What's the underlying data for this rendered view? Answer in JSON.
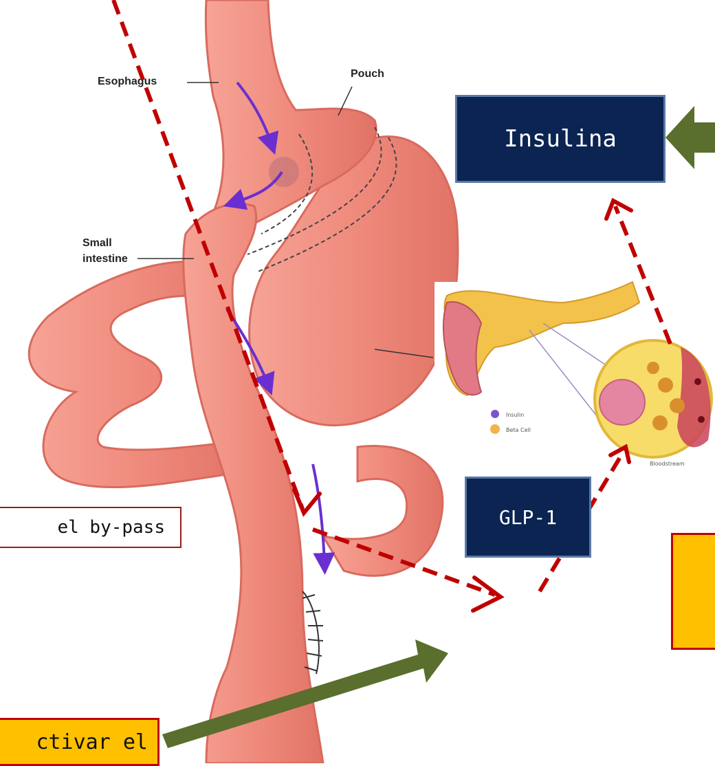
{
  "labels": {
    "esophagus": "Esophagus",
    "pouch": "Pouch",
    "small_intestine_line1": "Small",
    "small_intestine_line2": "intestine"
  },
  "pancreas_legend": {
    "insulin": "Insulin",
    "beta_cell": "Beta Cell",
    "bloodstream": "Bloodstream"
  },
  "boxes": {
    "insulina": "Insulina",
    "glp1": "GLP-1",
    "bypass": "el by-pass",
    "activar": "ctivar el"
  },
  "colors": {
    "navy": "#0b2452",
    "olive_arrow": "#5a6e2e",
    "red_dashed": "#c00000",
    "yellow": "#ffc000",
    "purple_arrow": "#6a2fd0",
    "tissue": "#f08c80"
  }
}
